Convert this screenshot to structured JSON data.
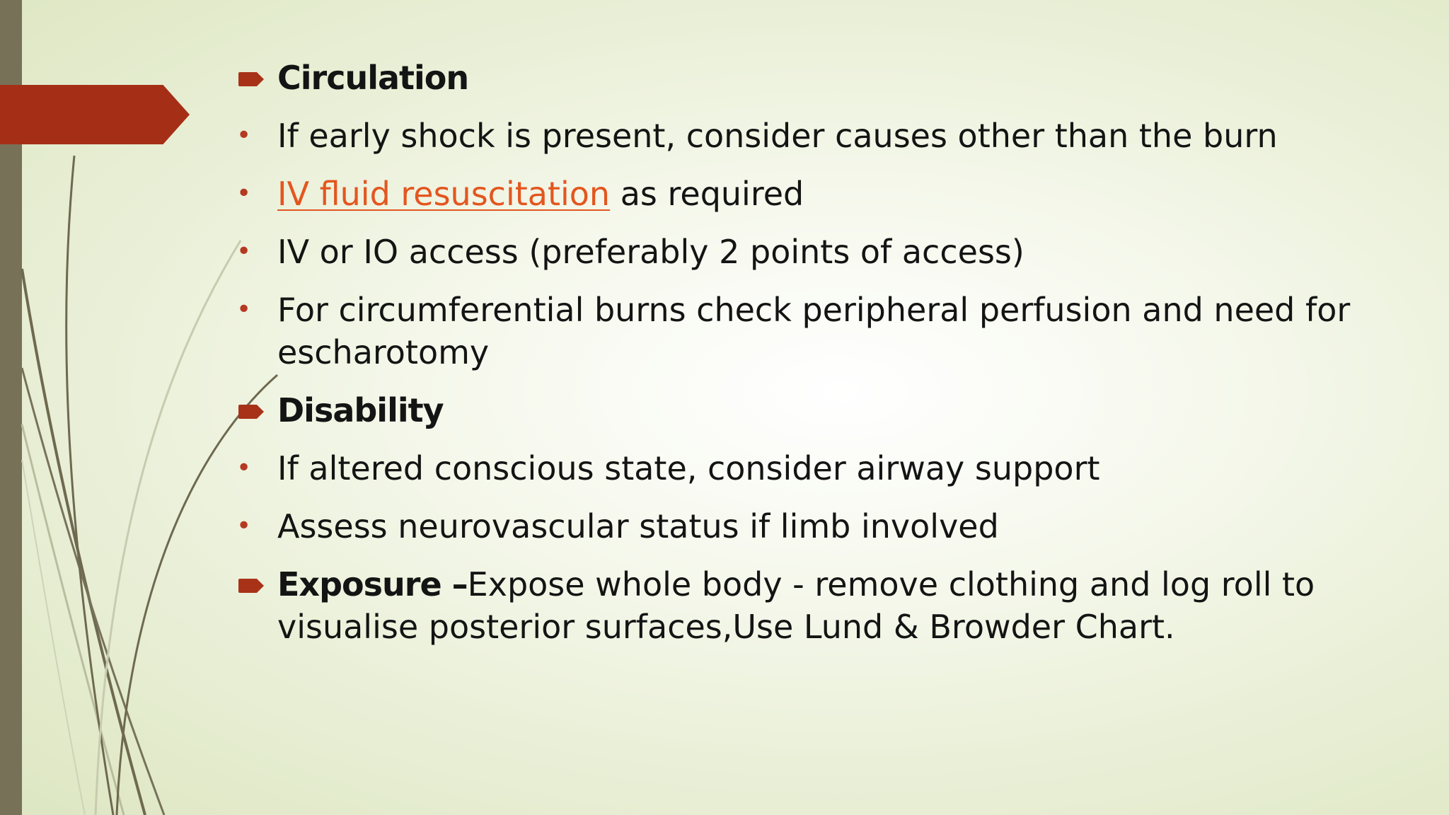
{
  "slide": {
    "circulation": {
      "heading": "Circulation",
      "bullets": [
        "If early shock is present, consider causes other than the burn",
        {
          "link": "IV fluid resuscitation",
          "rest": " as required"
        },
        "IV or IO access (preferably 2 points of access)",
        "For circumferential burns check peripheral perfusion and need for escharotomy"
      ]
    },
    "disability": {
      "heading": "Disability",
      "bullets": [
        "If altered conscious state, consider airway support",
        "Assess neurovascular status if limb involved"
      ]
    },
    "exposure": {
      "heading": "Exposure –",
      "text": "Expose whole body - remove clothing and log roll to visualise posterior surfaces,Use Lund & Browder Chart."
    }
  },
  "colors": {
    "accent_red": "#a52f16",
    "link_orange": "#e3561f",
    "side_bar": "#777158"
  }
}
